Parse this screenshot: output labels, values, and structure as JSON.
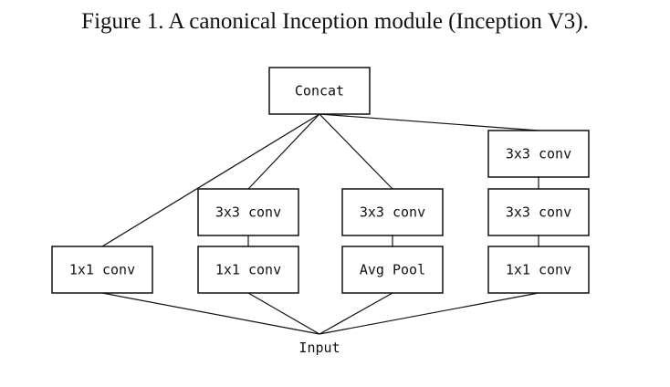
{
  "figure": {
    "caption": "Figure 1. A canonical Inception module (Inception V3)."
  },
  "diagram": {
    "input_label": "Input",
    "nodes": {
      "concat": "Concat",
      "b1_conv1x1": "1x1 conv",
      "b2_conv1x1": "1x1 conv",
      "b2_conv3x3": "3x3 conv",
      "b3_pool": "Avg Pool",
      "b3_conv3x3": "3x3 conv",
      "b4_conv1x1": "1x1 conv",
      "b4_conv3x3_a": "3x3 conv",
      "b4_conv3x3_b": "3x3 conv"
    },
    "edges": [
      [
        "input",
        "b1_conv1x1"
      ],
      [
        "input",
        "b2_conv1x1"
      ],
      [
        "input",
        "b3_pool"
      ],
      [
        "input",
        "b4_conv1x1"
      ],
      [
        "b2_conv1x1",
        "b2_conv3x3"
      ],
      [
        "b3_pool",
        "b3_conv3x3"
      ],
      [
        "b4_conv1x1",
        "b4_conv3x3_a"
      ],
      [
        "b4_conv3x3_a",
        "b4_conv3x3_b"
      ],
      [
        "b1_conv1x1",
        "concat"
      ],
      [
        "b2_conv3x3",
        "concat"
      ],
      [
        "b3_conv3x3",
        "concat"
      ],
      [
        "b4_conv3x3_b",
        "concat"
      ]
    ]
  }
}
